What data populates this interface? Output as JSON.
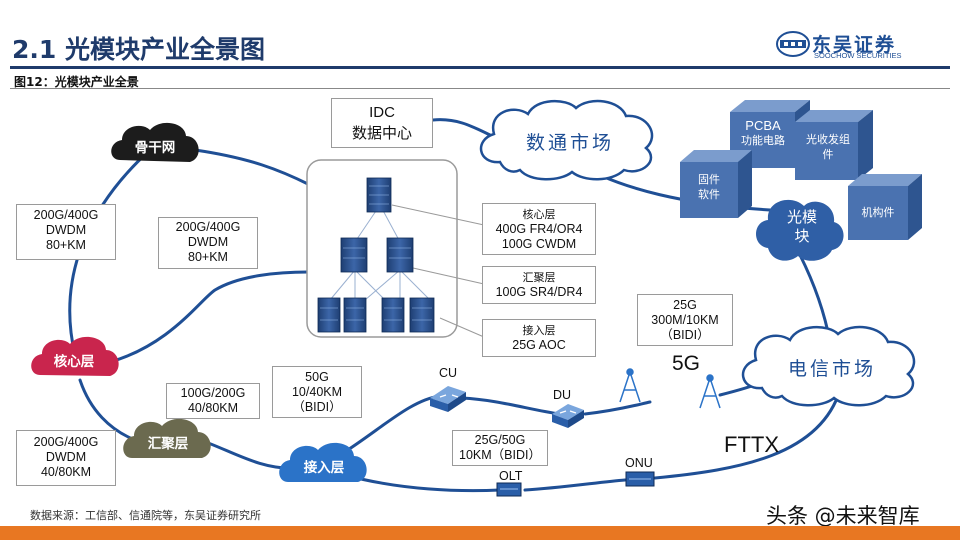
{
  "header": {
    "title": "2.1 光模块产业全景图",
    "logo_main": "东吴证券",
    "logo_sub": "SOOCHOW SECURITIES",
    "figure_label": "图12：光模块产业全景"
  },
  "clouds": {
    "backbone": "骨干网",
    "core": "核心层",
    "aggregation": "汇聚层",
    "access": "接入层",
    "datacom": "数通市场",
    "telecom": "电信市场",
    "module": [
      "光模",
      "块"
    ]
  },
  "boxes": {
    "idc": [
      "IDC",
      "数据中心"
    ],
    "left_top": [
      "200G/400G",
      "DWDM",
      "80+KM"
    ],
    "mid_top": [
      "200G/400G",
      "DWDM",
      "80+KM"
    ],
    "left_bottom": [
      "200G/400G",
      "DWDM",
      "40/80KM"
    ],
    "agg_link": [
      "100G/200G",
      "40/80KM"
    ],
    "access_link": [
      "50G",
      "10/40KM",
      "（BIDI）"
    ],
    "du_link": [
      "25G/50G",
      "10KM（BIDI）"
    ],
    "g5_link": [
      "25G",
      "300M/10KM",
      "（BIDI）"
    ],
    "dc_core": [
      "核心层",
      "400G FR4/OR4",
      "100G CWDM"
    ],
    "dc_agg": [
      "汇聚层",
      "100G SR4/DR4"
    ],
    "dc_access": [
      "接入层",
      "25G AOC"
    ]
  },
  "components": {
    "pcba": [
      "PCBA",
      "功能电路"
    ],
    "transceiver": [
      "光收发组",
      "件"
    ],
    "firmware": [
      "固件",
      "软件"
    ],
    "mechanical": "机构件"
  },
  "devices": {
    "cu": "CU",
    "du": "DU",
    "olt": "OLT",
    "onu": "ONU"
  },
  "labels": {
    "five_g": "5G",
    "fttx": "FTTX"
  },
  "footer": {
    "source": "数据来源：工信部、信通院等，东吴证券研究所",
    "watermark": "头条 @未来智库"
  },
  "colors": {
    "title": "#1f3b6b",
    "network_line": "#1f4f95",
    "cloud_dark": "#1c1c1c",
    "cloud_core": "#c9254d",
    "cloud_agg": "#6b6a4f",
    "cloud_access": "#2b73c8",
    "cube": "#4a72b0",
    "bottom_bar": "#e87722"
  }
}
